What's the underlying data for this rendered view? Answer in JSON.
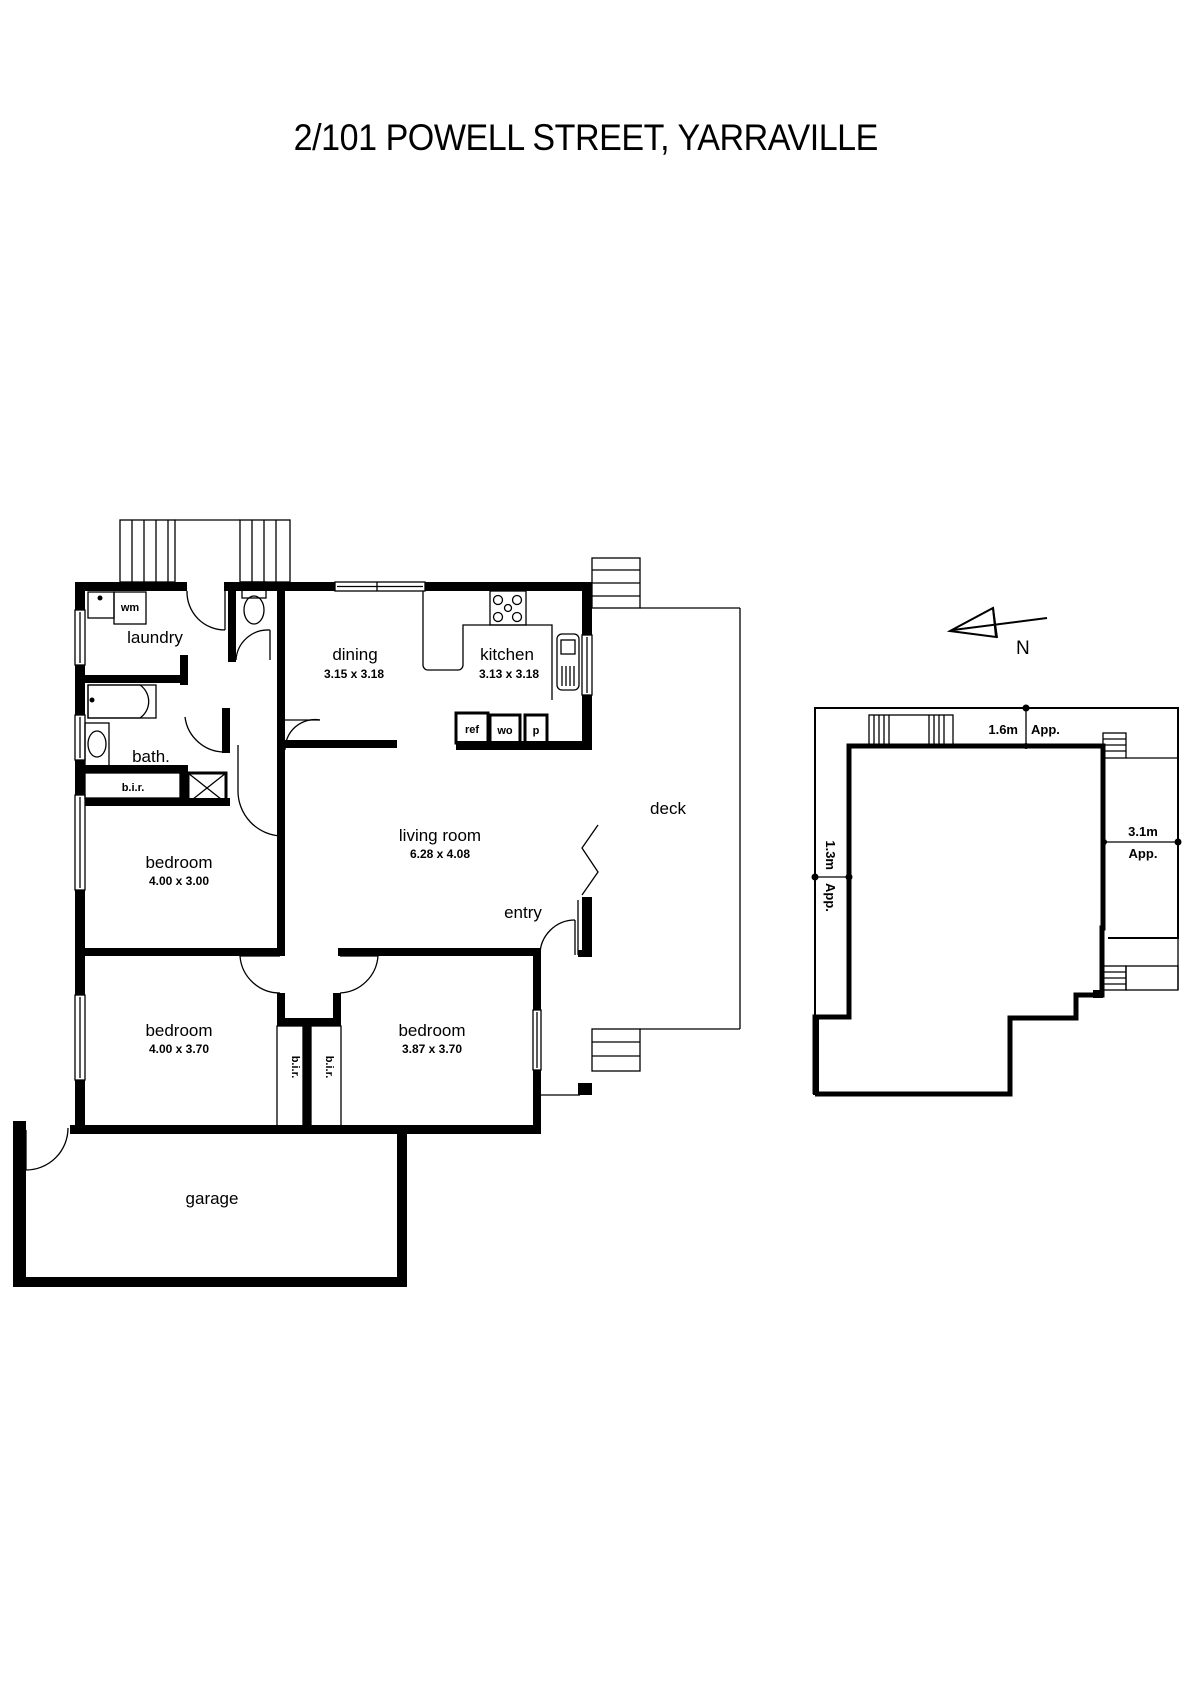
{
  "title": "2/101 POWELL STREET, YARRAVILLE",
  "rooms": {
    "laundry": {
      "label": "laundry"
    },
    "wm": {
      "label": "wm"
    },
    "bath": {
      "label": "bath."
    },
    "bir_top": {
      "label": "b.i.r."
    },
    "dining": {
      "label": "dining",
      "dims": "3.15  x  3.18"
    },
    "kitchen": {
      "label": "kitchen",
      "dims": "3.13  x  3.18"
    },
    "ref": {
      "label": "ref"
    },
    "wo": {
      "label": "wo"
    },
    "pantry": {
      "label": "p"
    },
    "living": {
      "label": "living room",
      "dims": "6.28  x  4.08"
    },
    "deck": {
      "label": "deck"
    },
    "entry": {
      "label": "entry"
    },
    "bedroom1": {
      "label": "bedroom",
      "dims": "4.00  x  3.00"
    },
    "bedroom2": {
      "label": "bedroom",
      "dims": "4.00  x  3.70"
    },
    "bedroom3": {
      "label": "bedroom",
      "dims": "3.87  x  3.70"
    },
    "bir_left": {
      "label": "b.i.r."
    },
    "bir_right": {
      "label": "b.i.r."
    },
    "garage": {
      "label": "garage"
    }
  },
  "north_arrow": {
    "label": "N"
  },
  "site_plan": {
    "dim_top": {
      "value": "1.6m",
      "suffix": "App."
    },
    "dim_left": {
      "value": "1.3m",
      "suffix": "App."
    },
    "dim_right": {
      "value": "3.1m",
      "suffix": "App."
    }
  }
}
